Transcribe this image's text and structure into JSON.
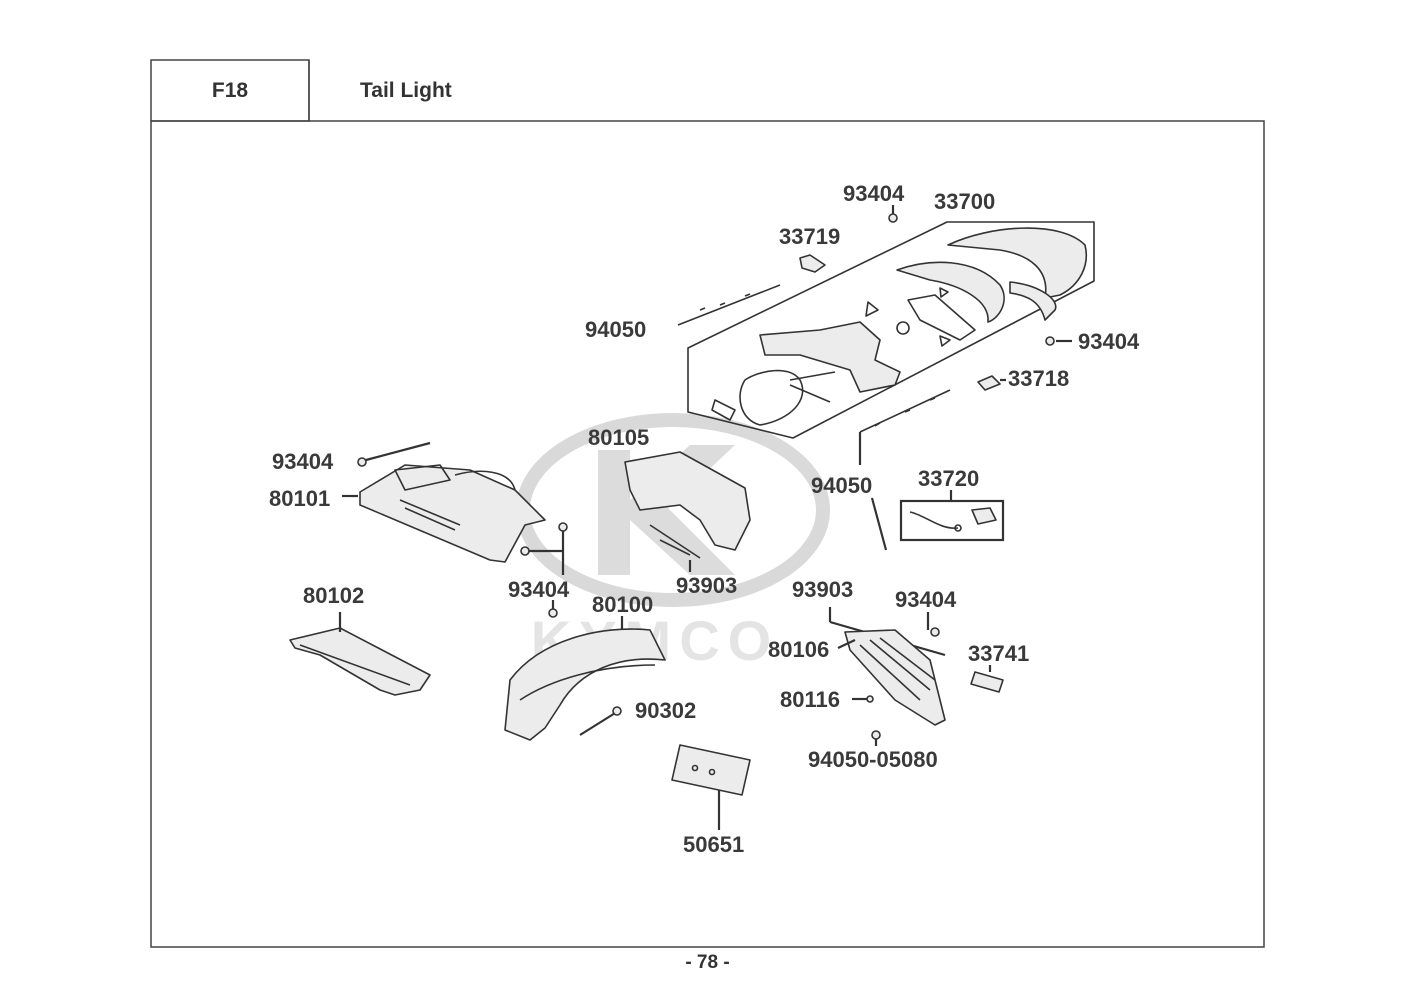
{
  "header": {
    "code": "F18",
    "title": "Tail Light"
  },
  "page_number": "- 78 -",
  "watermark": {
    "brand": "KYMCO"
  },
  "callouts": [
    {
      "id": "93404-top",
      "label": "93404"
    },
    {
      "id": "33700",
      "label": "33700"
    },
    {
      "id": "33719",
      "label": "33719"
    },
    {
      "id": "94050-upper",
      "label": "94050"
    },
    {
      "id": "93404-right",
      "label": "93404"
    },
    {
      "id": "33718",
      "label": "33718"
    },
    {
      "id": "80105",
      "label": "80105"
    },
    {
      "id": "93404-left",
      "label": "93404"
    },
    {
      "id": "80101",
      "label": "80101"
    },
    {
      "id": "94050-lower",
      "label": "94050"
    },
    {
      "id": "33720",
      "label": "33720"
    },
    {
      "id": "93903-center",
      "label": "93903"
    },
    {
      "id": "80102",
      "label": "80102"
    },
    {
      "id": "93404-mid",
      "label": "93404"
    },
    {
      "id": "80100",
      "label": "80100"
    },
    {
      "id": "93903-right",
      "label": "93903"
    },
    {
      "id": "93404-lower-right",
      "label": "93404"
    },
    {
      "id": "80106",
      "label": "80106"
    },
    {
      "id": "33741",
      "label": "33741"
    },
    {
      "id": "80116",
      "label": "80116"
    },
    {
      "id": "90302",
      "label": "90302"
    },
    {
      "id": "94050-05080",
      "label": "94050-05080"
    },
    {
      "id": "50651",
      "label": "50651"
    }
  ]
}
